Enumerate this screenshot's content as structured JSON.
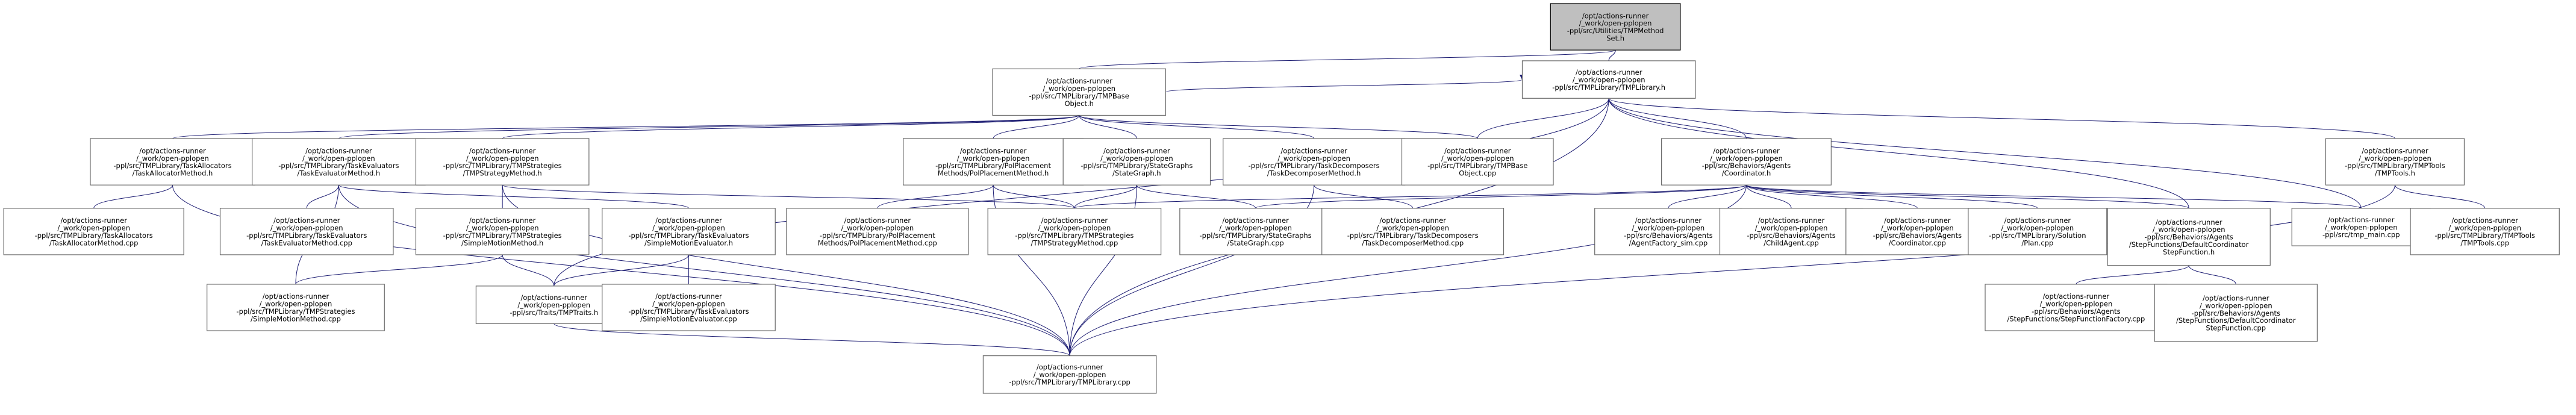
{
  "graph": {
    "colors": {
      "edge": "#191970",
      "node_border": "#666666",
      "focus_fill": "#bfbfbf"
    },
    "nodes": [
      {
        "id": "timer",
        "focus": true,
        "lines": [
          "/opt/actions-runner",
          "/_work/open-pplopen",
          "-ppl/src/Utilities/TMPMethod",
          "Set.h"
        ]
      },
      {
        "id": "tmplib_h",
        "lines": [
          "/opt/actions-runner",
          "/_work/open-pplopen",
          "-ppl/src/TMPLibrary/TMPLibrary.h"
        ]
      },
      {
        "id": "tmpbase_h",
        "lines": [
          "/opt/actions-runner",
          "/_work/open-pplopen",
          "-ppl/src/TMPLibrary/TMPBase",
          "Object.h"
        ]
      },
      {
        "id": "ta_h",
        "lines": [
          "/opt/actions-runner",
          "/_work/open-pplopen",
          "-ppl/src/TMPLibrary/TaskAllocators",
          "/TaskAllocatorMethod.h"
        ]
      },
      {
        "id": "te_h",
        "lines": [
          "/opt/actions-runner",
          "/_work/open-pplopen",
          "-ppl/src/TMPLibrary/TaskEvaluators",
          "/TaskEvaluatorMethod.h"
        ]
      },
      {
        "id": "ts_h",
        "lines": [
          "/opt/actions-runner",
          "/_work/open-pplopen",
          "-ppl/src/TMPLibrary/TMPStrategies",
          "/TMPStrategyMethod.h"
        ]
      },
      {
        "id": "pp_h",
        "lines": [
          "/opt/actions-runner",
          "/_work/open-pplopen",
          "-ppl/src/TMPLibrary/PolPlacement",
          "Methods/PolPlacementMethod.h"
        ]
      },
      {
        "id": "sg_h",
        "lines": [
          "/opt/actions-runner",
          "/_work/open-pplopen",
          "-ppl/src/TMPLibrary/StateGraphs",
          "/StateGraph.h"
        ]
      },
      {
        "id": "td_h",
        "lines": [
          "/opt/actions-runner",
          "/_work/open-pplopen",
          "-ppl/src/TMPLibrary/TaskDecomposers",
          "/TaskDecomposerMethod.h"
        ]
      },
      {
        "id": "tmpbase_cpp",
        "lines": [
          "/opt/actions-runner",
          "/_work/open-pplopen",
          "-ppl/src/TMPLibrary/TMPBase",
          "Object.cpp"
        ]
      },
      {
        "id": "coord_h",
        "lines": [
          "/opt/actions-runner",
          "/_work/open-pplopen",
          "-ppl/src/Behaviors/Agents",
          "/Coordinator.h"
        ]
      },
      {
        "id": "tools_h",
        "lines": [
          "/opt/actions-runner",
          "/_work/open-pplopen",
          "-ppl/src/TMPLibrary/TMPTools",
          "/TMPTools.h"
        ]
      },
      {
        "id": "ta_cpp",
        "lines": [
          "/opt/actions-runner",
          "/_work/open-pplopen",
          "-ppl/src/TMPLibrary/TaskAllocators",
          "/TaskAllocatorMethod.cpp"
        ]
      },
      {
        "id": "te_cpp",
        "lines": [
          "/opt/actions-runner",
          "/_work/open-pplopen",
          "-ppl/src/TMPLibrary/TaskEvaluators",
          "/TaskEvaluatorMethod.cpp"
        ]
      },
      {
        "id": "smm_h",
        "lines": [
          "/opt/actions-runner",
          "/_work/open-pplopen",
          "-ppl/src/TMPLibrary/TMPStrategies",
          "/SimpleMotionMethod.h"
        ]
      },
      {
        "id": "sme_h",
        "lines": [
          "/opt/actions-runner",
          "/_work/open-pplopen",
          "-ppl/src/TMPLibrary/TaskEvaluators",
          "/SimpleMotionEvaluator.h"
        ]
      },
      {
        "id": "pp_cpp",
        "lines": [
          "/opt/actions-runner",
          "/_work/open-pplopen",
          "-ppl/src/TMPLibrary/PolPlacement",
          "Methods/PolPlacementMethod.cpp"
        ]
      },
      {
        "id": "ts_cpp",
        "lines": [
          "/opt/actions-runner",
          "/_work/open-pplopen",
          "-ppl/src/TMPLibrary/TMPStrategies",
          "/TMPStrategyMethod.cpp"
        ]
      },
      {
        "id": "sg_cpp",
        "lines": [
          "/opt/actions-runner",
          "/_work/open-pplopen",
          "-ppl/src/TMPLibrary/StateGraphs",
          "/StateGraph.cpp"
        ]
      },
      {
        "id": "td_cpp",
        "lines": [
          "/opt/actions-runner",
          "/_work/open-pplopen",
          "-ppl/src/TMPLibrary/TaskDecomposers",
          "/TaskDecomposerMethod.cpp"
        ]
      },
      {
        "id": "afs_cpp",
        "lines": [
          "/opt/actions-runner",
          "/_work/open-pplopen",
          "-ppl/src/Behaviors/Agents",
          "/AgentFactory_sim.cpp"
        ]
      },
      {
        "id": "child_cpp",
        "lines": [
          "/opt/actions-runner",
          "/_work/open-pplopen",
          "-ppl/src/Behaviors/Agents",
          "/ChildAgent.cpp"
        ]
      },
      {
        "id": "coord_cpp",
        "lines": [
          "/opt/actions-runner",
          "/_work/open-pplopen",
          "-ppl/src/Behaviors/Agents",
          "/Coordinator.cpp"
        ]
      },
      {
        "id": "plan_cpp",
        "lines": [
          "/opt/actions-runner",
          "/_work/open-pplopen",
          "-ppl/src/TMPLibrary/Solution",
          "/Plan.cpp"
        ]
      },
      {
        "id": "dcsf_h",
        "lines": [
          "/opt/actions-runner",
          "/_work/open-pplopen",
          "-ppl/src/Behaviors/Agents",
          "/StepFunctions/DefaultCoordinator",
          "StepFunction.h"
        ]
      },
      {
        "id": "tmpmain_cpp",
        "lines": [
          "/opt/actions-runner",
          "/_work/open-pplopen",
          "-ppl/src/tmp_main.cpp"
        ]
      },
      {
        "id": "tools_cpp",
        "lines": [
          "/opt/actions-runner",
          "/_work/open-pplopen",
          "-ppl/src/TMPLibrary/TMPTools",
          "/TMPTools.cpp"
        ]
      },
      {
        "id": "smm_cpp",
        "lines": [
          "/opt/actions-runner",
          "/_work/open-pplopen",
          "-ppl/src/TMPLibrary/TMPStrategies",
          "/SimpleMotionMethod.cpp"
        ]
      },
      {
        "id": "traits_h",
        "lines": [
          "/opt/actions-runner",
          "/_work/open-pplopen",
          "-ppl/src/Traits/TMPTraits.h"
        ]
      },
      {
        "id": "sme_cpp",
        "lines": [
          "/opt/actions-runner",
          "/_work/open-pplopen",
          "-ppl/src/TMPLibrary/TaskEvaluators",
          "/SimpleMotionEvaluator.cpp"
        ]
      },
      {
        "id": "sff_cpp",
        "lines": [
          "/opt/actions-runner",
          "/_work/open-pplopen",
          "-ppl/src/Behaviors/Agents",
          "/StepFunctions/StepFunctionFactory.cpp"
        ]
      },
      {
        "id": "dcsf_cpp",
        "lines": [
          "/opt/actions-runner",
          "/_work/open-pplopen",
          "-ppl/src/Behaviors/Agents",
          "/StepFunctions/DefaultCoordinator",
          "StepFunction.cpp"
        ]
      },
      {
        "id": "tmplib_cpp",
        "lines": [
          "/opt/actions-runner",
          "/_work/open-pplopen",
          "-ppl/src/TMPLibrary/TMPLibrary.cpp"
        ]
      }
    ],
    "edges": [
      [
        "timer",
        "tmplib_h"
      ],
      [
        "timer",
        "tmpbase_h"
      ],
      [
        "tmplib_h",
        "timer"
      ],
      [
        "tmplib_h",
        "tmpbase_h"
      ],
      [
        "tmplib_h",
        "tmpbase_cpp"
      ],
      [
        "tmplib_h",
        "coord_h"
      ],
      [
        "tmplib_h",
        "tools_h"
      ],
      [
        "tmplib_h",
        "traits_h"
      ],
      [
        "tmplib_h",
        "tmplib_cpp"
      ],
      [
        "tmplib_h",
        "dcsf_h"
      ],
      [
        "tmplib_h",
        "tmpmain_cpp"
      ],
      [
        "tmpbase_h",
        "ta_h"
      ],
      [
        "tmpbase_h",
        "te_h"
      ],
      [
        "tmpbase_h",
        "ts_h"
      ],
      [
        "tmpbase_h",
        "pp_h"
      ],
      [
        "tmpbase_h",
        "sg_h"
      ],
      [
        "tmpbase_h",
        "td_h"
      ],
      [
        "tmpbase_h",
        "tmpbase_cpp"
      ],
      [
        "ta_h",
        "ta_cpp"
      ],
      [
        "ta_h",
        "tmplib_cpp"
      ],
      [
        "te_h",
        "te_cpp"
      ],
      [
        "te_h",
        "sme_h"
      ],
      [
        "te_h",
        "smm_cpp"
      ],
      [
        "te_h",
        "tmplib_cpp"
      ],
      [
        "ts_h",
        "smm_h"
      ],
      [
        "ts_h",
        "ts_cpp"
      ],
      [
        "ts_h",
        "tmplib_cpp"
      ],
      [
        "pp_h",
        "pp_cpp"
      ],
      [
        "pp_h",
        "ts_cpp"
      ],
      [
        "pp_h",
        "tmplib_cpp"
      ],
      [
        "sg_h",
        "ts_cpp"
      ],
      [
        "sg_h",
        "sg_cpp"
      ],
      [
        "sg_h",
        "tmplib_cpp"
      ],
      [
        "td_h",
        "td_cpp"
      ],
      [
        "td_h",
        "tmplib_cpp"
      ],
      [
        "coord_h",
        "ts_cpp"
      ],
      [
        "coord_h",
        "sg_cpp"
      ],
      [
        "coord_h",
        "afs_cpp"
      ],
      [
        "coord_h",
        "child_cpp"
      ],
      [
        "coord_h",
        "coord_cpp"
      ],
      [
        "coord_h",
        "plan_cpp"
      ],
      [
        "coord_h",
        "dcsf_h"
      ],
      [
        "coord_h",
        "tmpmain_cpp"
      ],
      [
        "coord_h",
        "tmplib_cpp"
      ],
      [
        "tools_h",
        "tools_cpp"
      ],
      [
        "tools_h",
        "tmplib_cpp"
      ],
      [
        "smm_h",
        "smm_cpp"
      ],
      [
        "smm_h",
        "traits_h"
      ],
      [
        "sme_h",
        "traits_h"
      ],
      [
        "sme_h",
        "sme_cpp"
      ],
      [
        "traits_h",
        "tmplib_cpp"
      ],
      [
        "dcsf_h",
        "sff_cpp"
      ],
      [
        "dcsf_h",
        "dcsf_cpp"
      ]
    ]
  }
}
